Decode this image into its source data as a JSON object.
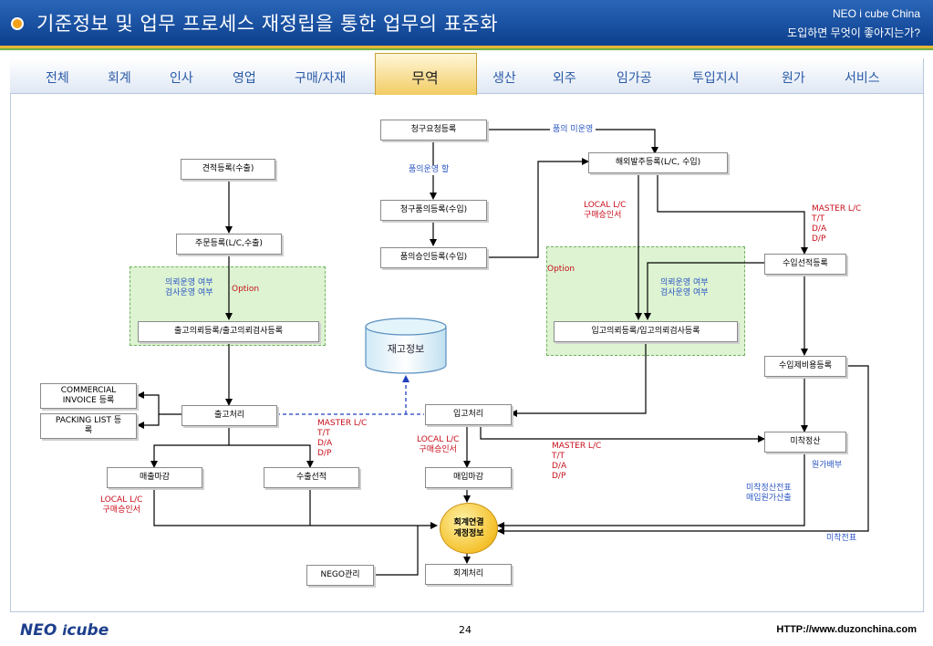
{
  "header": {
    "title": "기준정보 및 업무 프로세스 재정립을 통한 업무의 표준화",
    "brand": "NEO i cube China",
    "subtitle": "도입하면 무엇이 좋아지는가?"
  },
  "tabs": [
    "전체",
    "회계",
    "인사",
    "영업",
    "구매/자재",
    "무역",
    "생산",
    "외주",
    "임가공",
    "투입지시",
    "원가",
    "서비스"
  ],
  "active_tab": "무역",
  "boxes": {
    "b1": "청구요청등록",
    "b2": "견적등록(수출)",
    "b3": "해외발주등록(L/C, 수입)",
    "b4": "청구품의등록(수입)",
    "b5": "주문등록(L/C,수출)",
    "b6": "품의승인등록(수입)",
    "b7": "수입선적등록",
    "b8": "출고의뢰등록/출고의뢰검사등록",
    "b9": "입고의뢰등록/입고의뢰검사등록",
    "b10": "수입제비용등록",
    "b11": "COMMERCIAL INVOICE 등록",
    "b12": "PACKING LIST 등록",
    "b13": "출고처리",
    "b14": "입고처리",
    "b15": "미착정산",
    "b16": "매출마감",
    "b17": "수출선적",
    "b18": "매입마감",
    "b19": "NEGO관리",
    "b20": "회계처리"
  },
  "inventory": "재고정보",
  "accounting_link": "회계연결\n계정정보",
  "labels": {
    "l1": "품의 미운영",
    "l2": "품의운영 할",
    "l3": "LOCAL L/C\n구매승인서",
    "l4": "MASTER L/C\nT/T\nD/A\nD/P",
    "l5": "Option",
    "l6": "의뢰운영 여부\n검사운영 여부",
    "l7": "의뢰운영 여부\n검사운영 여부",
    "l8": "Option",
    "l9": "MASTER L/C\nT/T\nD/A\nD/P",
    "l10": "LOCAL L/C\n구매승인서",
    "l11": "MASTER L/C\nT/T\nD/A\nD/P",
    "l12": "원가배부",
    "l13": "미착정산전표\n매입원가산출",
    "l14": "LOCAL L/C\n구매승인서",
    "l15": "미착전표"
  },
  "footer": {
    "logo_main": "NEO",
    "logo_i": "i",
    "logo_tail": "cube",
    "page": "24",
    "url": "HTTP://www.duzonchina.com"
  },
  "colors": {
    "header_blue": "#0d3f8e",
    "accent_gold": "#e7b735",
    "zone_green": "#ddf3d1",
    "label_blue": "#2a55c4",
    "label_red": "#c8101c"
  }
}
